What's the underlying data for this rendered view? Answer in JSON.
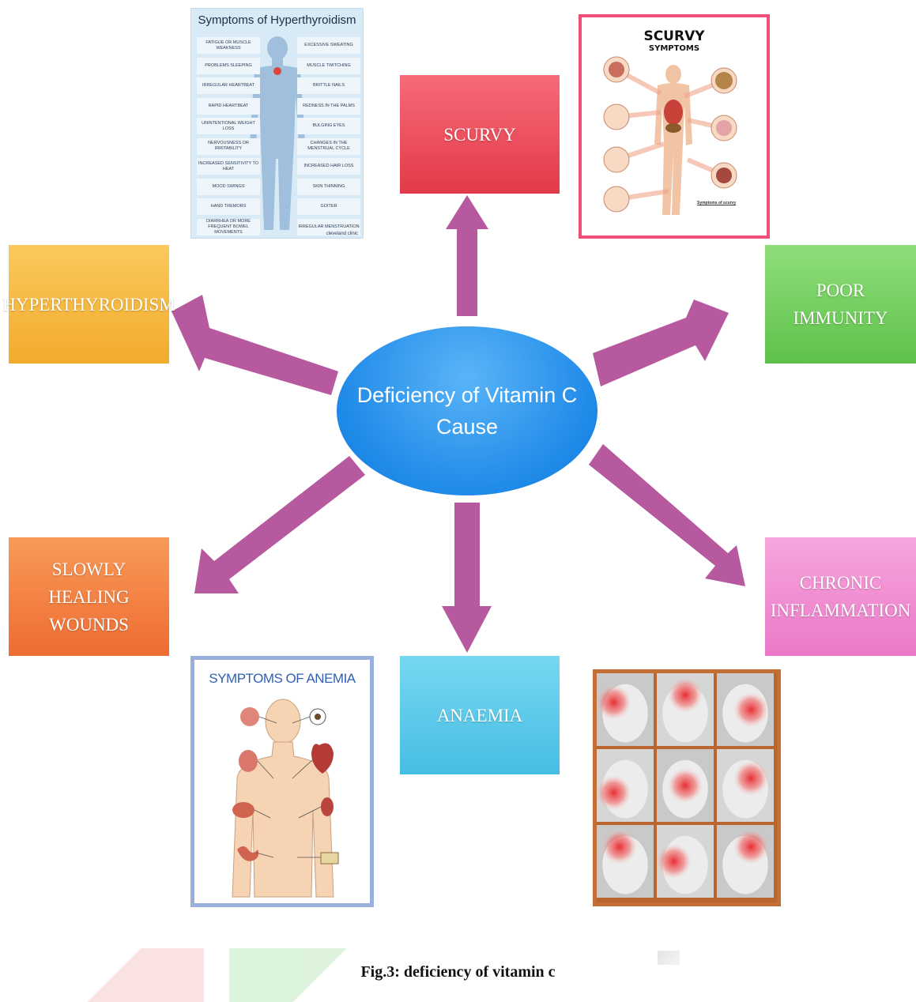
{
  "center": {
    "line1": "Deficiency of Vitamin C",
    "line2": "Cause",
    "color": "#1f8ae8"
  },
  "outcomes": {
    "scurvy": {
      "label": "SCURVY",
      "color": "#e23a48"
    },
    "hyperthyroidism": {
      "label": "HYPERTHYROIDISM",
      "color": "#f2ab2c"
    },
    "poor_immunity": {
      "label": "POOR IMMUNITY",
      "color": "#5ec24a"
    },
    "slowly_healing_wounds": {
      "line1": "SLOWLY HEALING",
      "line2": "WOUNDS",
      "color": "#ee6c32"
    },
    "chronic_inflammation": {
      "line1": "CHRONIC",
      "line2": "INFLAMMATION",
      "color": "#ea79c8"
    },
    "anaemia": {
      "label": "ANAEMIA",
      "color": "#46bde4"
    }
  },
  "arrow_color": "#b6599e",
  "hyperthyroidism_image": {
    "title": "Symptoms of Hyperthyroidism",
    "left_symptoms": [
      "FATIGUE OR MUSCLE WEAKNESS",
      "PROBLEMS SLEEPING",
      "IRREGULAR HEARTBEAT",
      "RAPID HEARTBEAT",
      "UNINTENTIONAL WEIGHT LOSS",
      "NERVOUSNESS OR IRRITABILITY",
      "INCREASED SENSITIVITY TO HEAT",
      "MOOD SWINGS",
      "HAND TREMORS",
      "DIARRHEA OR MORE FREQUENT BOWEL MOVEMENTS"
    ],
    "right_symptoms": [
      "EXCESSIVE SWEATING",
      "MUSCLE TWITCHING",
      "BRITTLE NAILS",
      "REDNESS IN THE PALMS",
      "BULGING EYES",
      "CHANGES IN THE MENSTRUAL CYCLE",
      "INCREASED HAIR LOSS",
      "SKIN THINNING",
      "GOITER",
      "IRREGULAR MENSTRUATION"
    ],
    "footer": "cleveland clinic"
  },
  "scurvy_image": {
    "title": "SCURVY",
    "subtitle": "SYMPTOMS",
    "footer": "Symptoms of scurvy"
  },
  "anemia_image": {
    "title": "SYMPTOMS OF ANEMIA"
  },
  "caption": {
    "bold": "Fig.3",
    "rest": ": deficiency of vitamin c"
  }
}
